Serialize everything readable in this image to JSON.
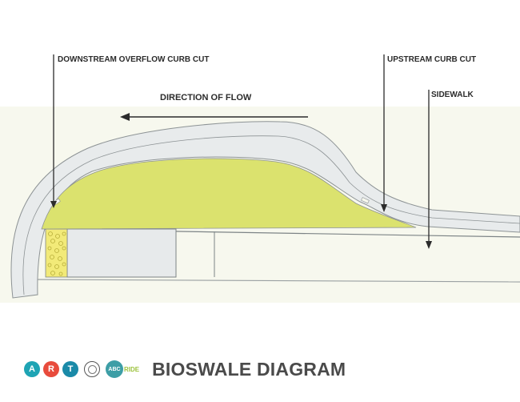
{
  "labels": {
    "downstream_overflow_curb_cut": "DOWNSTREAM OVERFLOW CURB CUT",
    "upstream_curb_cut": "UPSTREAM CURB CUT",
    "sidewalk": "SIDEWALK",
    "direction_of_flow": "DIRECTION OF FLOW"
  },
  "footer": {
    "logo_letters": [
      "A",
      "R",
      "T"
    ],
    "abc_text": "ABC",
    "ride_text": "RIDE",
    "title": "BIOSWALE DIAGRAM"
  },
  "colors": {
    "background_band": "#f7f8ee",
    "curb": "#e8ebec",
    "curb_outline": "#8d9395",
    "planting": "#dbe26e",
    "gravel": "#f2ea78",
    "logo_a": "#1ea4b4",
    "logo_r": "#e84b3c",
    "logo_t": "#1a8aa8",
    "title": "#4a4a4a"
  }
}
